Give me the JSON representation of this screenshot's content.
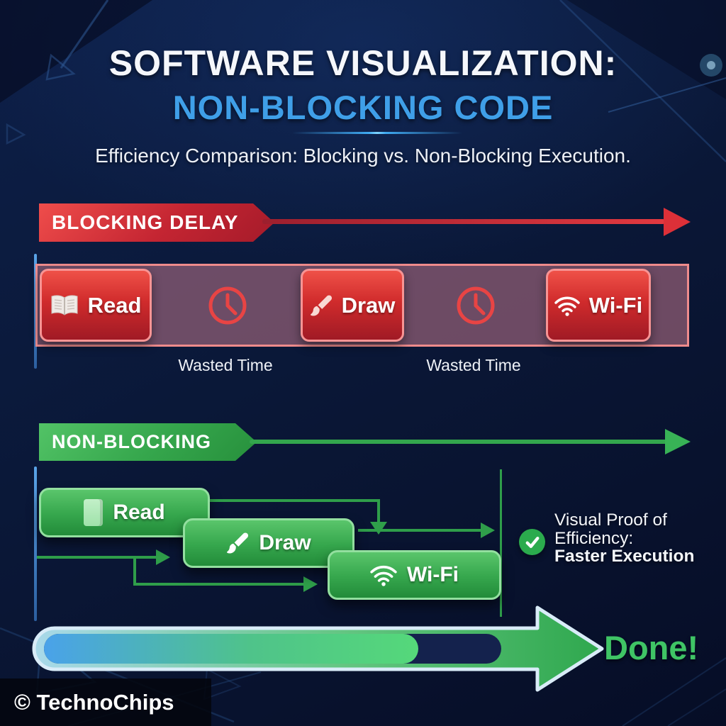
{
  "header": {
    "title_line1": "SOFTWARE VISUALIZATION:",
    "title_line2": "NON-BLOCKING CODE",
    "subtitle": "Efficiency Comparison: Blocking vs. Non-Blocking Execution."
  },
  "blocking": {
    "banner_label": "BLOCKING DELAY",
    "tasks": [
      {
        "label": "Read",
        "icon": "open-book-icon"
      },
      {
        "label": "Draw",
        "icon": "paintbrush-icon"
      },
      {
        "label": "Wi-Fi",
        "icon": "wifi-icon"
      }
    ],
    "gap_icon": "clock-icon",
    "wasted_labels": [
      "Wasted Time",
      "Wasted Time"
    ]
  },
  "nonblocking": {
    "banner_label": "NON-BLOCKING",
    "tasks": [
      {
        "label": "Read",
        "icon": "book-icon"
      },
      {
        "label": "Draw",
        "icon": "paintbrush-icon"
      },
      {
        "label": "Wi-Fi",
        "icon": "wifi-icon"
      }
    ],
    "proof": {
      "icon": "check-icon",
      "line1": "Visual Proof of",
      "line2": "Efficiency:",
      "line3": "Faster Execution"
    }
  },
  "footer_bar": {
    "done_label": "Done!",
    "progress_percent": 75
  },
  "branding": {
    "copyright": "© TechnoChips"
  },
  "colors": {
    "background": "#0b1a3c",
    "title_accent": "#3f9fe8",
    "red_primary": "#d02b2c",
    "red_border": "#f79494",
    "red_track": "rgba(192,119,139,0.55)",
    "green_primary": "#37a84e",
    "green_border": "#93df9f",
    "blue_guide_line": "#4a8fd4",
    "done_green": "#3fc465",
    "progress_start": "#4aa2ea",
    "progress_end": "#55d87a"
  }
}
